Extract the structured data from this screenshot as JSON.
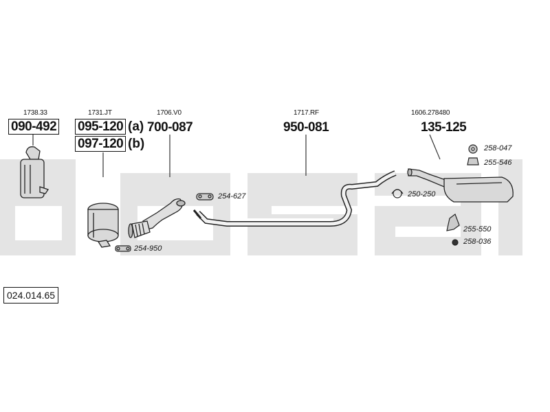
{
  "diagram_id": "024.014.65",
  "watermark_text": "bosal",
  "colors": {
    "watermark": "#e6e6e6",
    "line": "#222222",
    "part_fill": "#d9d9d9"
  },
  "parts": [
    {
      "oem": "1738.33",
      "number": "090-492",
      "suffix": ""
    },
    {
      "oem": "1731.JT",
      "number": "095-120",
      "suffix": "(a)"
    },
    {
      "oem": "",
      "number": "097-120",
      "suffix": "(b)"
    },
    {
      "oem": "1706.V0",
      "number": "700-087",
      "suffix": ""
    },
    {
      "oem": "1717.RF",
      "number": "950-081",
      "suffix": ""
    },
    {
      "oem": "1606.278480",
      "number": "135-125",
      "suffix": ""
    }
  ],
  "accessories": [
    {
      "number": "254-950",
      "icon": "clamp-icon"
    },
    {
      "number": "254-627",
      "icon": "gasket-icon"
    },
    {
      "number": "250-250",
      "icon": "clamp-icon"
    },
    {
      "number": "258-047",
      "icon": "rubber-mount-icon"
    },
    {
      "number": "255-546",
      "icon": "bracket-icon"
    },
    {
      "number": "255-550",
      "icon": "bracket-icon"
    },
    {
      "number": "258-036",
      "icon": "rubber-mount-icon"
    }
  ]
}
